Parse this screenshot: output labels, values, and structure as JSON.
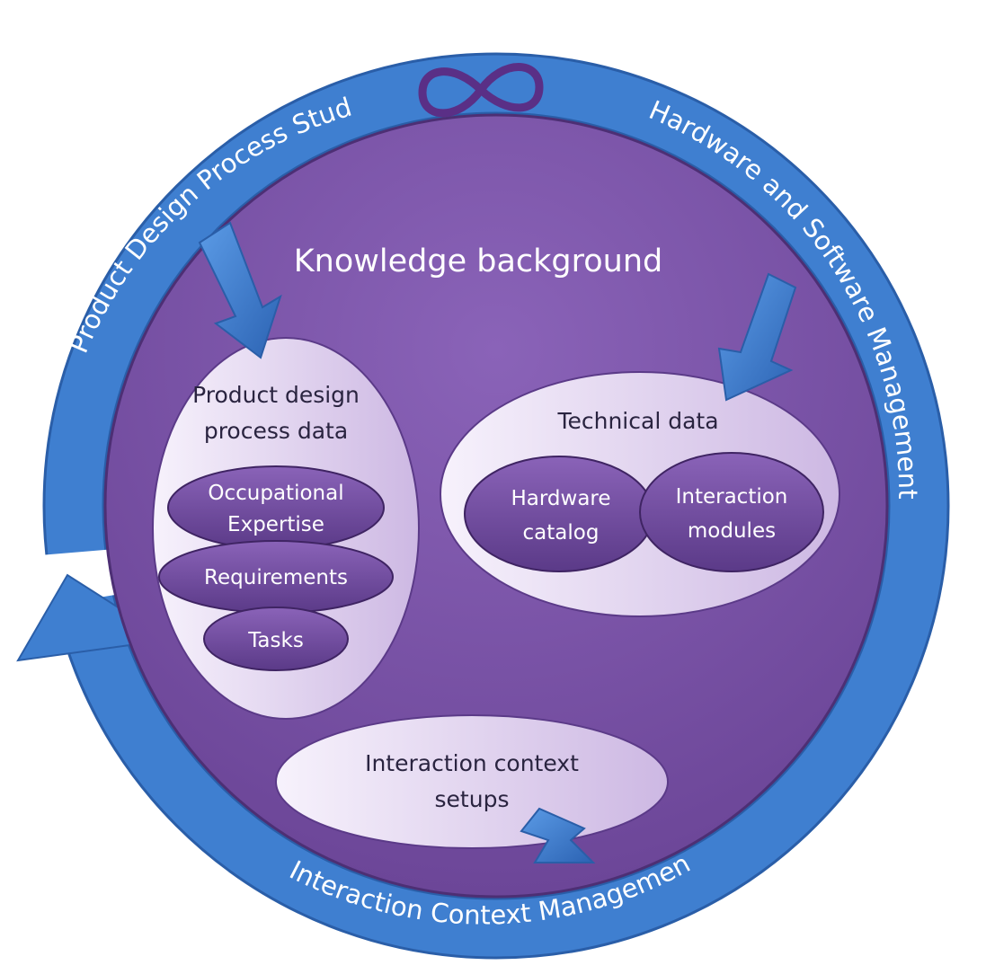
{
  "diagram": {
    "ring_labels": {
      "left": "Product Design Process Study",
      "right": "Hardware and Software Management",
      "bottom": "Interaction Context Management"
    },
    "center_title": "Knowledge background",
    "product_bubble": {
      "title_line1": "Product design",
      "title_line2": "process data",
      "items": [
        {
          "line1": "Occupational",
          "line2": "Expertise"
        },
        {
          "line1": "Requirements"
        },
        {
          "line1": "Tasks"
        }
      ]
    },
    "technical_bubble": {
      "title": "Technical data",
      "items": [
        {
          "line1": "Hardware",
          "line2": "catalog"
        },
        {
          "line1": "Interaction",
          "line2": "modules"
        }
      ]
    },
    "context_bubble": {
      "line1": "Interaction context",
      "line2": "setups"
    },
    "colors": {
      "ring_blue": "#3f7fd0",
      "ring_dark": "#2a5ea8",
      "core_purple": "#7d58ad",
      "pill_purple": "#6f4aa0",
      "infinity": "#5a2f86",
      "bubble_light": "#ece3f6"
    },
    "icons": [
      "infinity-symbol-icon"
    ]
  }
}
